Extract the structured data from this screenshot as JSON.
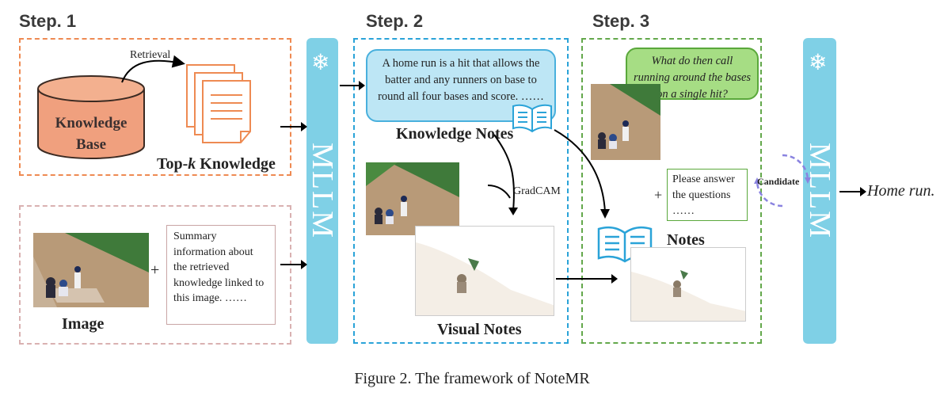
{
  "steps": [
    "Step. 1",
    "Step. 2",
    "Step. 3"
  ],
  "step1": {
    "retrieval_label": "Retrieval",
    "knowledge_base_line1": "Knowledge",
    "knowledge_base_line2": "Base",
    "topk_prefix": "Top-",
    "topk_k": "k",
    "topk_suffix": " Knowledge",
    "image_label": "Image",
    "plus": "+",
    "summary_text": "Summary information about the retrieved knowledge linked to this image. ……"
  },
  "mllm_label": "MLLM",
  "step2": {
    "knowledge_text": "A home run is a hit that allows the batter and any runners on base to round all four bases and score. ……",
    "knowledge_notes_label": "Knowledge Notes",
    "gradcam_label": "GradCAM",
    "visual_notes_label": "Visual  Notes"
  },
  "step3": {
    "question": "What do then call running around the bases on a single hit?",
    "prompt_text": "Please answer the questions ……",
    "plus": "+",
    "candidate_label": "Candidate",
    "notes_label": "Notes"
  },
  "output": "Home run.",
  "caption": "Figure 2. The framework of NoteMR",
  "colors": {
    "step1_border": "#ee8a52",
    "step2_border": "#2aa3d8",
    "step3_border": "#63a84b",
    "mllm": "#7fd0e6",
    "knowledge_base": "#f0a07e"
  },
  "icons": [
    "snowflake-icon",
    "database-icon",
    "documents-icon",
    "book-icon",
    "cycle-arrows-icon"
  ]
}
